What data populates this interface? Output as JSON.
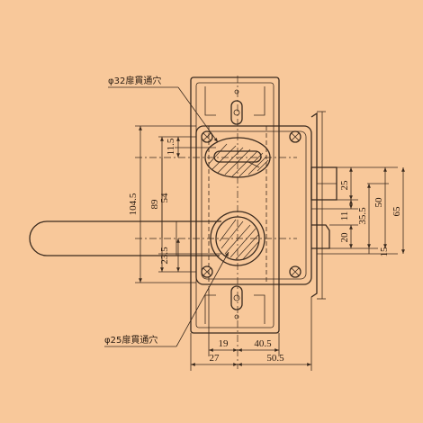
{
  "colors": {
    "background": "#f8c89a",
    "ink": "#3a2a1e"
  },
  "notes": {
    "top_hole": "φ32扉貫通穴",
    "bottom_hole": "φ25扉貫通穴"
  },
  "dimensions": {
    "left": [
      "104.5",
      "89",
      "54",
      "11.5",
      "23.5"
    ],
    "right": [
      "25",
      "11",
      "35.5",
      "20",
      "15",
      "50",
      "65"
    ],
    "bottom": [
      "19",
      "40.5",
      "27",
      "50.5"
    ]
  }
}
